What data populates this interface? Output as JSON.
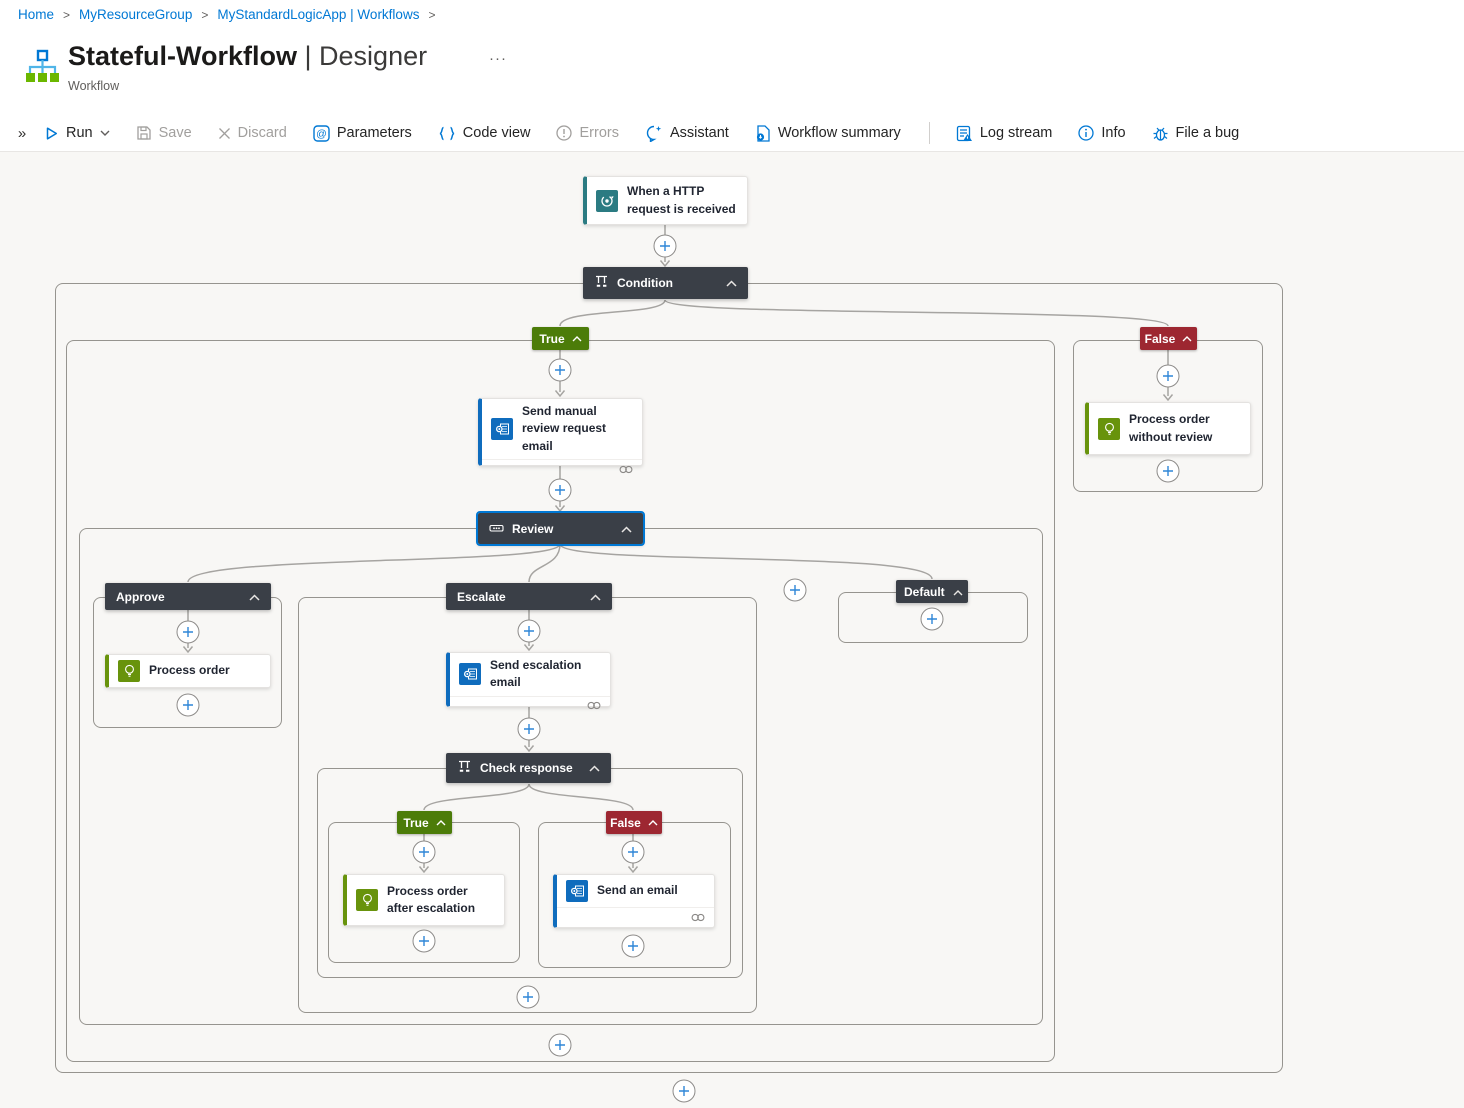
{
  "breadcrumb": {
    "separator": ">",
    "items": [
      "Home",
      "MyResourceGroup",
      "MyStandardLogicApp | Workflows"
    ]
  },
  "header": {
    "title": "Stateful-Workflow",
    "separator": "|",
    "view": "Designer",
    "ellipsis": "···",
    "subtitle": "Workflow"
  },
  "toolbar": {
    "expand": "»",
    "run": "Run",
    "save": "Save",
    "discard": "Discard",
    "parameters": "Parameters",
    "code_view": "Code view",
    "errors": "Errors",
    "assistant": "Assistant",
    "workflow_summary": "Workflow summary",
    "log_stream": "Log stream",
    "info": "Info",
    "file_a_bug": "File a bug"
  },
  "workflow": {
    "trigger": {
      "label": "When a HTTP request is received"
    },
    "condition": {
      "label": "Condition"
    },
    "branches": {
      "true": {
        "badge": "True",
        "email_action": {
          "label": "Send manual review request email"
        },
        "switch": {
          "label": "Review",
          "cases": {
            "approve": {
              "label": "Approve",
              "action": {
                "label": "Process order"
              }
            },
            "escalate": {
              "label": "Escalate",
              "email_action": {
                "label": "Send escalation email"
              },
              "condition": {
                "label": "Check response",
                "true": {
                  "badge": "True",
                  "action": {
                    "label": "Process order after escalation"
                  }
                },
                "false": {
                  "badge": "False",
                  "action": {
                    "label": "Send an email"
                  }
                }
              }
            },
            "default": {
              "label": "Default"
            }
          }
        }
      },
      "false": {
        "badge": "False",
        "action": {
          "label": "Process order without review"
        }
      }
    }
  },
  "colors": {
    "accent": "#0078d4",
    "true_badge": "#4c7c09",
    "false_badge": "#9d2731",
    "dark_node": "#3a3f47",
    "trigger_teal": "#2b7b82",
    "outlook_blue": "#0f6cbd",
    "action_green": "#68930c"
  }
}
